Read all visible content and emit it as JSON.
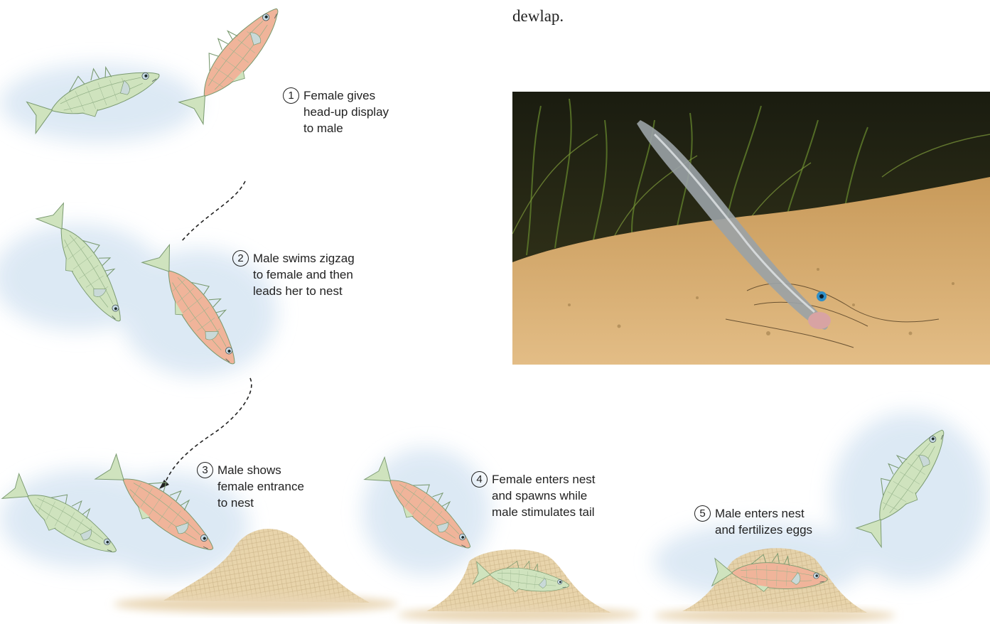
{
  "page_text": "dewlap.",
  "steps": [
    {
      "number": "1",
      "lines": [
        "Female gives",
        "head-up display",
        "to male"
      ]
    },
    {
      "number": "2",
      "lines": [
        "Male swims zigzag",
        "to female and then",
        "leads her to nest"
      ]
    },
    {
      "number": "3",
      "lines": [
        "Male shows",
        "female entrance",
        "to nest"
      ]
    },
    {
      "number": "4",
      "lines": [
        "Female enters nest",
        "and spawns while",
        "male stimulates tail"
      ]
    },
    {
      "number": "5",
      "lines": [
        "Male enters nest",
        "and fertilizes eggs"
      ]
    }
  ],
  "colors": {
    "female_fish": "#cfe3be",
    "male_fish": "#f0b49a",
    "nest": "#e6cfa2",
    "water_wash": "#dbe8f4",
    "ink": "#222222"
  }
}
